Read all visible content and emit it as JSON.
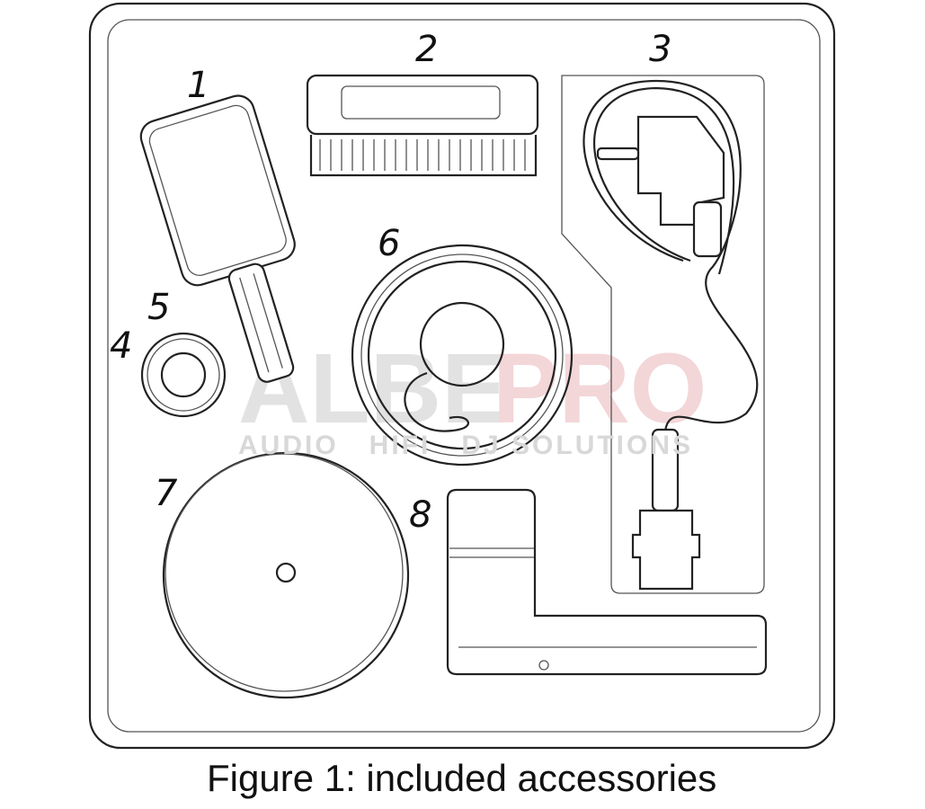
{
  "figure": {
    "caption": "Figure 1: included accessories",
    "labels": [
      "1",
      "2",
      "3",
      "4",
      "5",
      "6",
      "7",
      "8"
    ],
    "watermark": {
      "brand_left": "ALBE",
      "brand_right": "PRO",
      "tagline": "AUDIO   HIFI   DJ SOLUTIONS"
    },
    "colors": {
      "watermark_gray": "#e2e2e2",
      "watermark_red": "#f3d6d8"
    }
  }
}
